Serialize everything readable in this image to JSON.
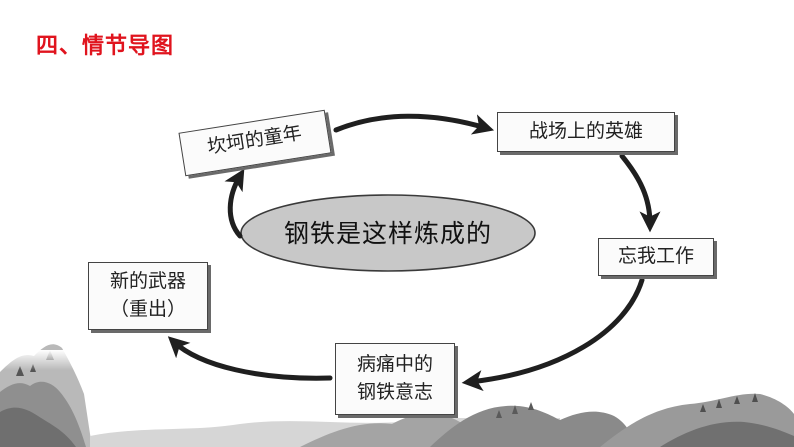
{
  "section": {
    "title": "四、情节导图"
  },
  "diagram": {
    "center_label": "钢铁是这样炼成的",
    "nodes": [
      {
        "lines": [
          "坎坷的童年"
        ]
      },
      {
        "lines": [
          "战场上的英雄"
        ]
      },
      {
        "lines": [
          "忘我工作"
        ]
      },
      {
        "lines": [
          "病痛中的",
          "钢铁意志"
        ]
      },
      {
        "lines": [
          "新的武器",
          "（重出）"
        ]
      }
    ]
  },
  "colors": {
    "title_red": "#e0141e",
    "ellipse_fill": "#c8c8c8",
    "arrow": "#1f1f1f",
    "box_border": "#444444"
  },
  "icons": [
    "mountain-landscape-painting"
  ]
}
